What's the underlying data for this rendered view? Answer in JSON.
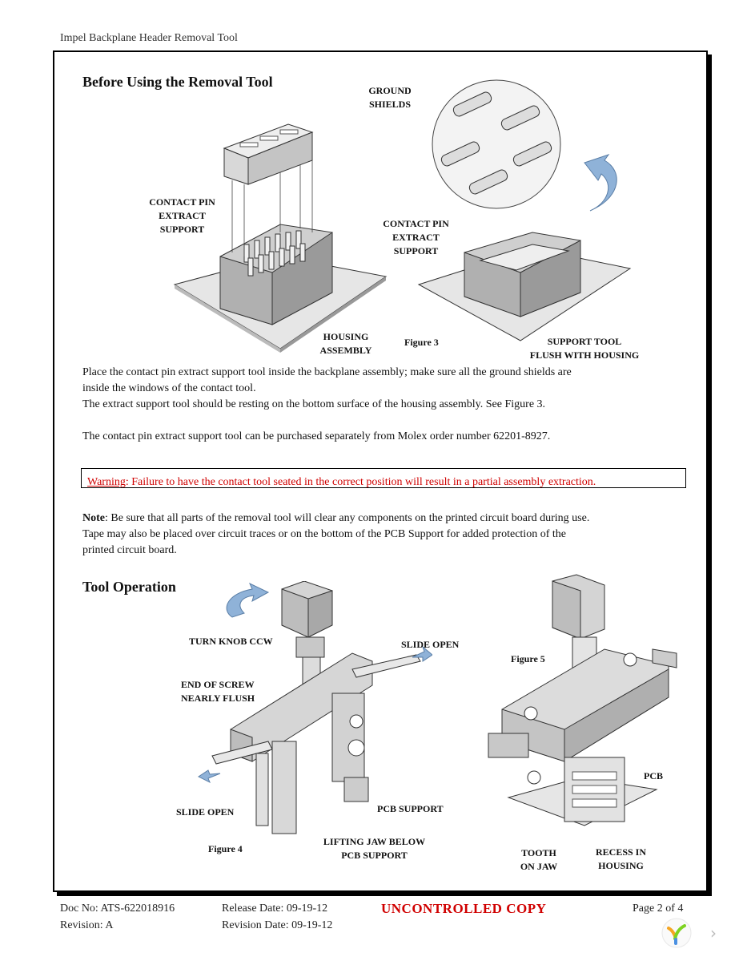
{
  "header": {
    "title": "Impel Backplane Header Removal Tool"
  },
  "section1": {
    "title": "Before Using the Removal Tool",
    "paragraphs": [
      "Place the contact pin extract support tool inside the backplane assembly; make sure all the ground shields are",
      "inside the windows of the contact tool.",
      "The extract support tool should be resting on the bottom surface of the housing assembly.  See Figure 3.",
      "The contact pin extract support tool can be purchased separately from Molex order number 62201-8927."
    ]
  },
  "figure3": {
    "caption": "Figure 3",
    "callouts": {
      "ground_shields_1": "GROUND",
      "ground_shields_2": "SHIELDS",
      "cpes_left_1": "CONTACT PIN",
      "cpes_left_2": "EXTRACT",
      "cpes_left_3": "SUPPORT",
      "cpes_right_1": "CONTACT PIN",
      "cpes_right_2": "EXTRACT",
      "cpes_right_3": "SUPPORT",
      "housing_1": "HOUSING",
      "housing_2": "ASSEMBLY",
      "flush_1": "SUPPORT TOOL",
      "flush_2": "FLUSH WITH HOUSING"
    }
  },
  "warning": {
    "label": "Warning",
    "text": ": Failure to have the contact tool seated in the correct position will result in a partial assembly extraction."
  },
  "note": {
    "label": "Note",
    "lines": [
      ": Be sure that all parts of the removal tool will clear any components on the printed circuit board during use.",
      "Tape may also be placed over circuit traces or on the bottom of the PCB Support for added protection of the",
      "printed circuit board."
    ]
  },
  "section2": {
    "title": "Tool Operation"
  },
  "figure4": {
    "caption": "Figure 4",
    "callouts": {
      "turn_knob": "TURN KNOB CCW",
      "slide_open_right": "SLIDE OPEN",
      "end_screw_1": "END OF SCREW",
      "end_screw_2": "NEARLY FLUSH",
      "slide_open_left": "SLIDE OPEN",
      "pcb_support": "PCB SUPPORT",
      "lifting_jaw_1": "LIFTING JAW BELOW",
      "lifting_jaw_2": "PCB SUPPORT"
    }
  },
  "figure5": {
    "caption": "Figure 5",
    "callouts": {
      "pcb": "PCB",
      "tooth_1": "TOOTH",
      "tooth_2": "ON JAW",
      "recess_1": "RECESS IN",
      "recess_2": "HOUSING"
    }
  },
  "footer": {
    "doc_no": "Doc No: ATS-622018916",
    "revision": "Revision: A",
    "release_date": "Release Date: 09-19-12",
    "revision_date": "Revision Date: 09-19-12",
    "status": "UNCONTROLLED COPY",
    "page": "Page 2 of 4"
  },
  "viewer": {
    "next_glyph": "›"
  }
}
